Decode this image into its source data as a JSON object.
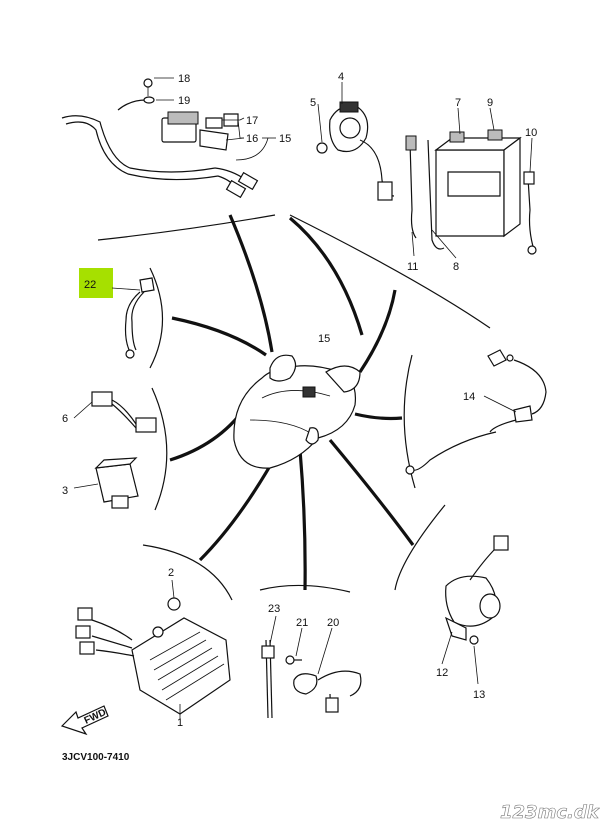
{
  "diagram": {
    "part_numbers": {
      "p1": "1",
      "p2": "2",
      "p3": "3",
      "p4": "4",
      "p5": "5",
      "p6": "6",
      "p7": "7",
      "p8": "8",
      "p9": "9",
      "p10": "10",
      "p11": "11",
      "p12": "12",
      "p13": "13",
      "p14": "14",
      "p15a": "15",
      "p15b": "15",
      "p16": "16",
      "p17": "17",
      "p18": "18",
      "p19": "19",
      "p20": "20",
      "p21": "21",
      "p22": "22",
      "p23": "23"
    },
    "fwd_label": "FWD",
    "diagram_code": "3JCV100-7410",
    "watermark": "123mc.dk",
    "highlight_color": "#a6e000"
  }
}
